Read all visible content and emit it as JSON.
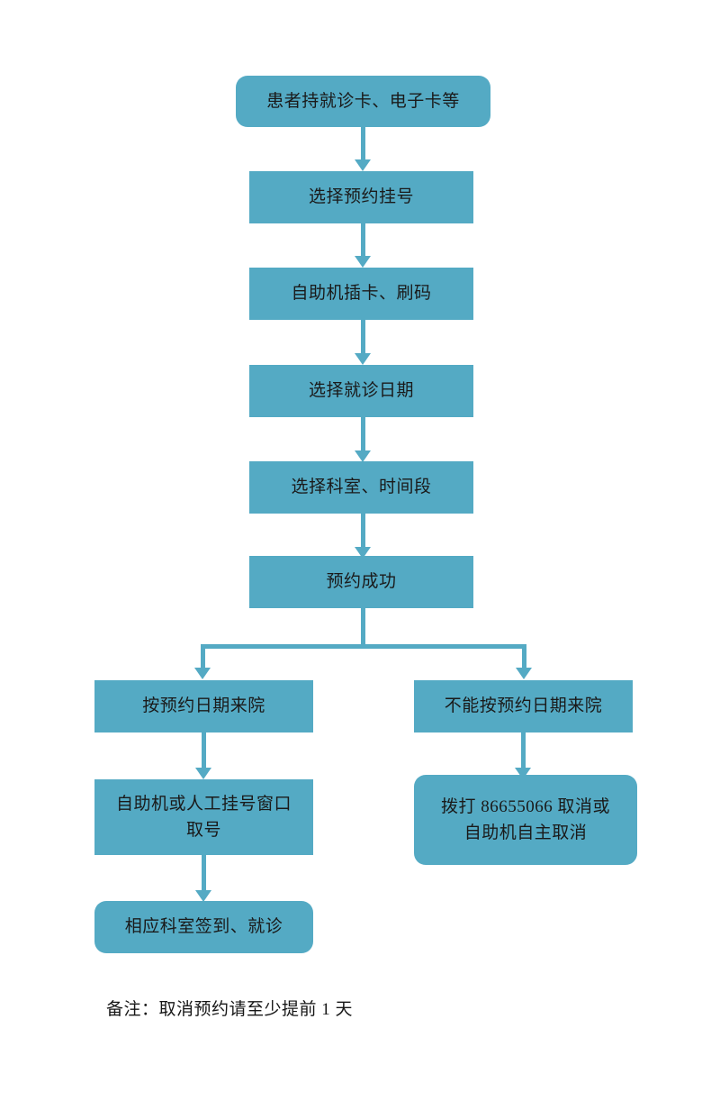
{
  "document": {
    "title": "预约挂号流程图",
    "accent_color": "#54AAC4",
    "background_color": "#FFFFFF",
    "text_color": "#1A1A1A"
  },
  "chart_data": {
    "type": "diagram",
    "diagram_kind": "flowchart",
    "orientation": "top-to-bottom",
    "nodes": [
      {
        "id": "n1",
        "label": "患者持就诊卡、电子卡等",
        "shape": "rounded-rect"
      },
      {
        "id": "n2",
        "label": "选择预约挂号",
        "shape": "rect"
      },
      {
        "id": "n3",
        "label": "自助机插卡、刷码",
        "shape": "rect"
      },
      {
        "id": "n4",
        "label": "选择就诊日期",
        "shape": "rect"
      },
      {
        "id": "n5",
        "label": "选择科室、时间段",
        "shape": "rect"
      },
      {
        "id": "n6",
        "label": "预约成功",
        "shape": "rect"
      },
      {
        "id": "n7",
        "label": "按预约日期来院",
        "shape": "rect"
      },
      {
        "id": "n8",
        "label": "不能按预约日期来院",
        "shape": "rect"
      },
      {
        "id": "n9",
        "label": "自助机或人工挂号窗口\n取号",
        "shape": "rect"
      },
      {
        "id": "n10",
        "label": "拨打 86655066 取消或\n自助机自主取消",
        "shape": "rounded-rect"
      },
      {
        "id": "n11",
        "label": "相应科室签到、就诊",
        "shape": "rounded-rect"
      }
    ],
    "edges": [
      {
        "from": "n1",
        "to": "n2",
        "style": "arrow"
      },
      {
        "from": "n2",
        "to": "n3",
        "style": "arrow"
      },
      {
        "from": "n3",
        "to": "n4",
        "style": "arrow"
      },
      {
        "from": "n4",
        "to": "n5",
        "style": "arrow"
      },
      {
        "from": "n5",
        "to": "n6",
        "style": "arrow"
      },
      {
        "from": "n6",
        "to": "n7",
        "style": "elbow-arrow"
      },
      {
        "from": "n6",
        "to": "n8",
        "style": "elbow-arrow"
      },
      {
        "from": "n7",
        "to": "n9",
        "style": "arrow"
      },
      {
        "from": "n8",
        "to": "n10",
        "style": "arrow"
      },
      {
        "from": "n9",
        "to": "n11",
        "style": "arrow"
      }
    ],
    "footnote": "备注：取消预约请至少提前 1 天"
  },
  "footnote": {
    "text": "备注：取消预约请至少提前 1 天"
  }
}
